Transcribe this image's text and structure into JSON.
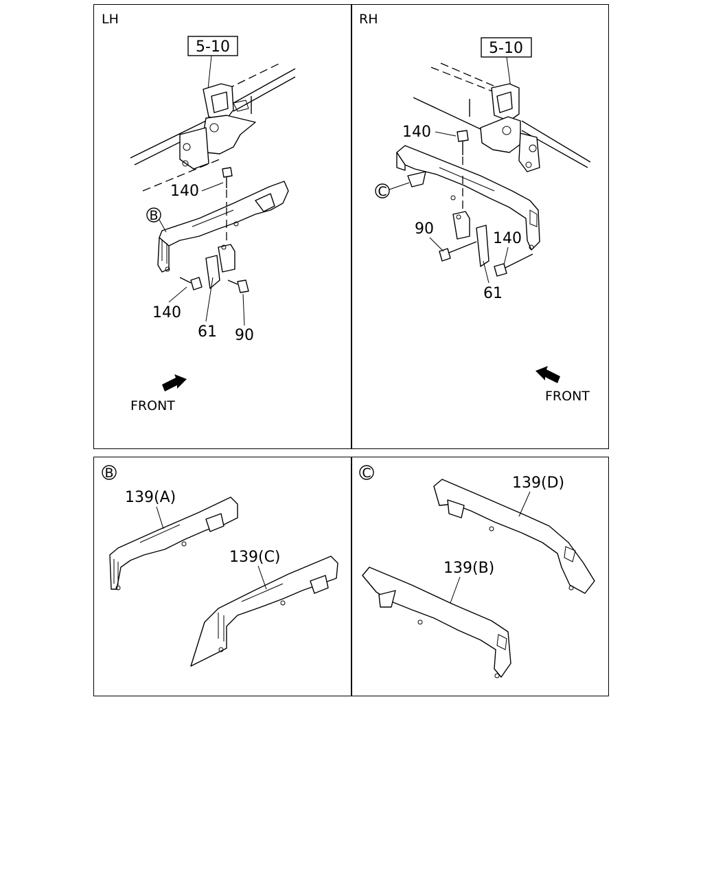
{
  "panels": {
    "lh": {
      "side_label": "LH",
      "ref_box": "5-10",
      "callouts": [
        "140",
        "140",
        "61",
        "90"
      ],
      "marker": "B",
      "front_label": "FRONT"
    },
    "rh": {
      "side_label": "RH",
      "ref_box": "5-10",
      "callouts": [
        "140",
        "90",
        "140",
        "61"
      ],
      "marker": "C",
      "front_label": "FRONT"
    },
    "detail_b": {
      "marker": "B",
      "parts": [
        "139(A)",
        "139(C)"
      ]
    },
    "detail_c": {
      "marker": "C",
      "parts": [
        "139(D)",
        "139(B)"
      ]
    }
  }
}
